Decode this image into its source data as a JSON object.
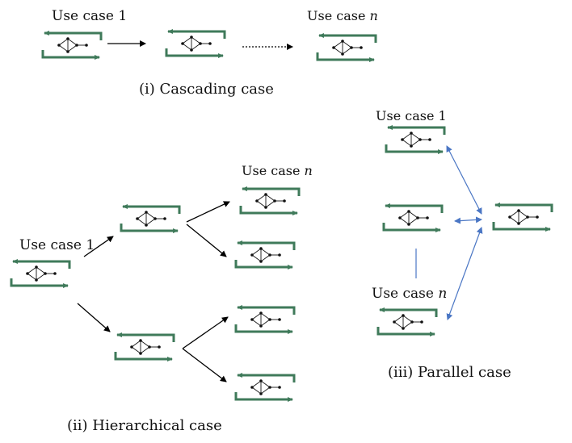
{
  "labels": {
    "use_case_1": "Use case 1",
    "use_case": "Use case",
    "n": "n"
  },
  "captions": {
    "cascading": "(i) Cascading case",
    "hierarchical": "(ii) Hierarchical case",
    "parallel": "(iii) Parallel case"
  },
  "colors": {
    "module_frame": "#3f7a5a",
    "arrow_black": "#000000",
    "arrow_blue": "#4a76c4"
  }
}
